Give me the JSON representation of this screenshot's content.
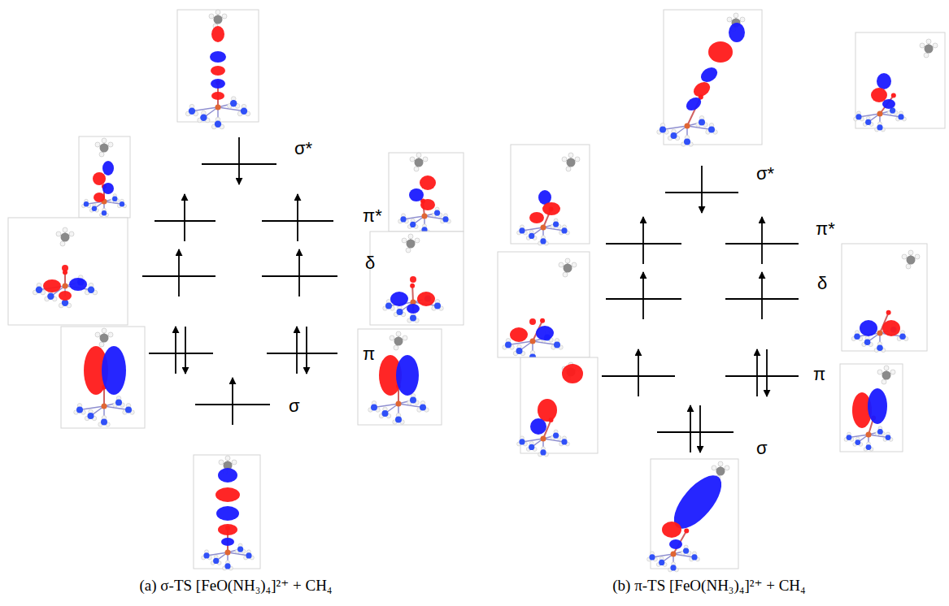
{
  "diagram": {
    "labels": [
      "σ*",
      "π*",
      "δ",
      "π",
      "σ",
      "σ*",
      "π*",
      "δ",
      "π",
      "σ",
      "(a) σ-TS [FeO(NH₃)₄]²⁺ + CH₄",
      "(b) π-TS [FeO(NH₃)₄]²⁺ + CH₄"
    ]
  }
}
